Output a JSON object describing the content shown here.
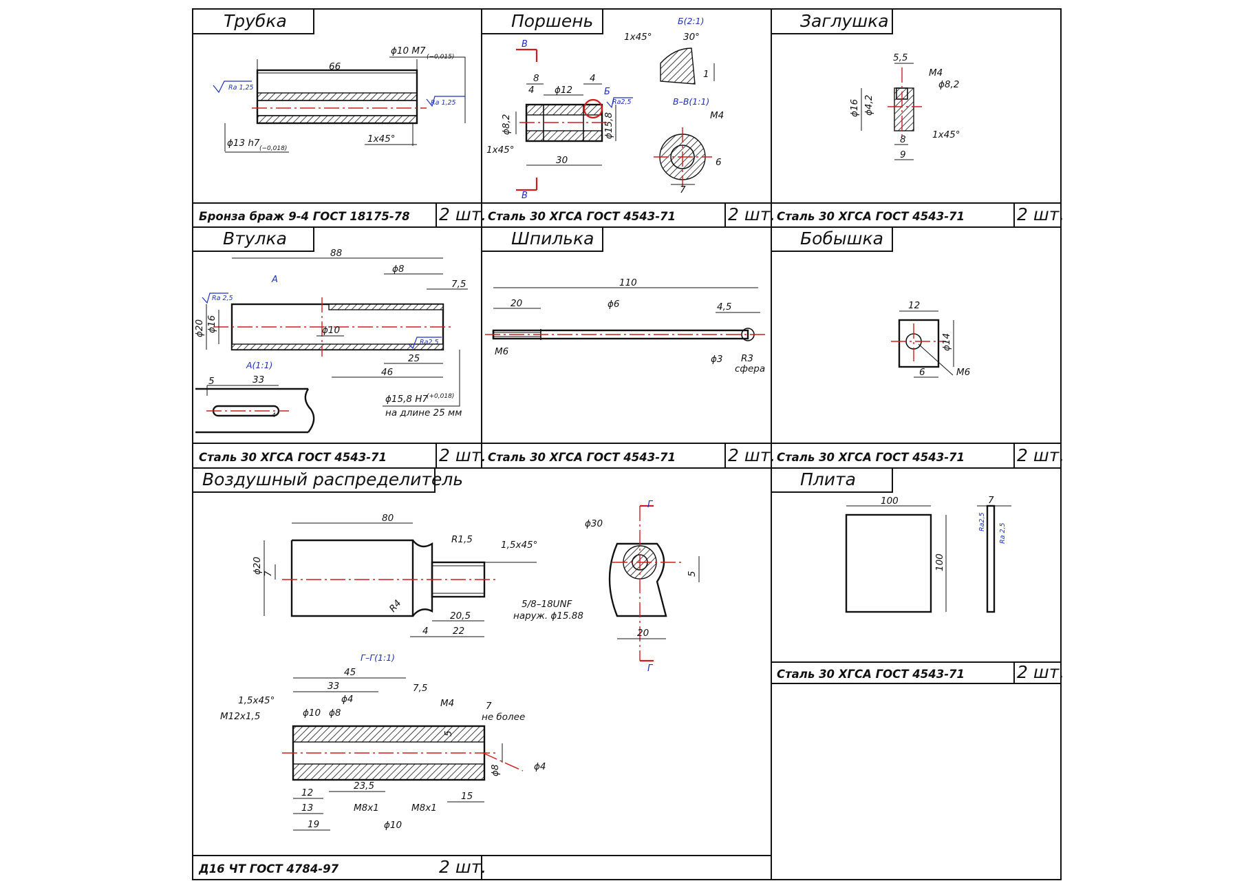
{
  "cells": [
    {
      "title": "Трубка",
      "material": "Бронза браж 9-4 ГОСТ 18175-78",
      "qty": "2 шт."
    },
    {
      "title": "Поршень",
      "material": "Сталь 30 ХГСА ГОСТ 4543-71",
      "qty": "2 шт."
    },
    {
      "title": "Заглушка",
      "material": "Сталь 30 ХГСА ГОСТ 4543-71",
      "qty": "2 шт."
    },
    {
      "title": "Втулка",
      "material": "Сталь 30 ХГСА ГОСТ 4543-71",
      "qty": "2 шт."
    },
    {
      "title": "Шпилька",
      "material": "Сталь 30 ХГСА ГОСТ 4543-71",
      "qty": "2 шт."
    },
    {
      "title": "Бобышка",
      "material": "Сталь 30 ХГСА ГОСТ 4543-71",
      "qty": "2 шт."
    },
    {
      "title": "Воздушный распределитель",
      "material": "Д16 ЧТ ГОСТ 4784-97",
      "qty": "2 шт."
    },
    {
      "title": "Плита",
      "material": "Сталь 30 ХГСА ГОСТ 4543-71",
      "qty": "2 шт."
    }
  ],
  "trubka": {
    "len": "66",
    "d_in": "ϕ10 M7",
    "d_in_tol": "(−0,015)",
    "d_out": "ϕ13 h7",
    "d_out_tol": "(−0,018)",
    "chamfer": "1x45°",
    "ra1": "Ra 1,25",
    "ra2": "Ra 1,25"
  },
  "porshen": {
    "sec_b": "В",
    "d1": "8",
    "d2": "ϕ12",
    "d3": "4",
    "d4": "4",
    "view_b": "Б",
    "ra": "Ra2,5",
    "d_left": "ϕ8,2",
    "d_right": "ϕ15,8",
    "chamfer": "1x45°",
    "len": "30",
    "det_label": "Б(2:1)",
    "det_ch": "1x45°",
    "det_ang": "30°",
    "det_1": "1",
    "sec_label": "В–В(1:1)",
    "sec_m": "М4",
    "sec_6": "6",
    "sec_7": "7"
  },
  "zaglushka": {
    "d55": "5,5",
    "m4": "М4",
    "d82": "ϕ8,2",
    "d16": "ϕ16",
    "d42": "ϕ4,2",
    "d8": "8",
    "d9": "9",
    "ch": "1x45°"
  },
  "vtulka": {
    "len": "88",
    "d8": "ϕ8",
    "d75": "7,5",
    "view_a": "А",
    "ra1": "Ra 2,5",
    "d20": "ϕ20",
    "d16": "ϕ16",
    "d10": "ϕ10",
    "ra2": "Ra2,5",
    "d25": "25",
    "d46": "46",
    "view_a_label": "А(1:1)",
    "d5": "5",
    "d33": "33",
    "d4": "4",
    "fit": "ϕ15,8 H7",
    "fit_tol": "(+0,018)",
    "fit_note": "на длине 25 мм"
  },
  "shpilka": {
    "len": "110",
    "d20": "20",
    "d6": "ϕ6",
    "d45": "4,5",
    "m6": "М6",
    "d3": "ϕ3",
    "r3": "R3",
    "sphere": "сфера"
  },
  "bobyshka": {
    "d12": "12",
    "d14": "ϕ14",
    "d6": "6",
    "m6": "М6"
  },
  "raspred": {
    "len": "80",
    "r15": "R1,5",
    "ch": "1,5x45°",
    "d20": "ϕ20",
    "d7": "7",
    "r4": "R4",
    "d205": "20,5",
    "d4": "4",
    "d22": "22",
    "thread": "5/8–18UNF",
    "thread_note": "наруж. ϕ15.88",
    "d30": "ϕ30",
    "d5": "5",
    "d20b": "20",
    "g1": "Г",
    "g2": "Г",
    "sec": "Г–Г(1:1)",
    "s45": "45",
    "s33": "33",
    "s75": "7,5",
    "s_ch": "1,5x45°",
    "s_d4": "ϕ4",
    "s_m4": "М4",
    "s_m12": "М12x1,5",
    "s_d10": "ϕ10",
    "s_d8": "ϕ8",
    "s_7": "7",
    "s_nb": "не более",
    "s_5": "5",
    "s_d8r": "ϕ8",
    "s_d4r": "ϕ4",
    "s_12": "12",
    "s_235": "23,5",
    "s_15": "15",
    "s_13": "13",
    "s_m8a": "М8x1",
    "s_m8b": "М8x1",
    "s_19": "19",
    "s_d10b": "ϕ10"
  },
  "plita": {
    "w": "100",
    "h": "100",
    "t": "7",
    "ra1": "Ra2,5",
    "ra2": "Ra 2,5"
  }
}
